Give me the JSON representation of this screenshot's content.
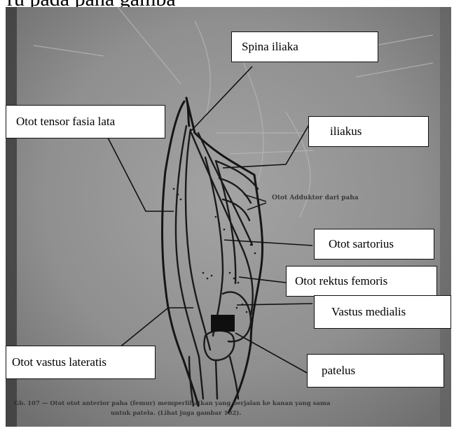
{
  "caption_fragment": "ru pada paha gamba",
  "labels": {
    "spina_iliaka": "Spina iliaka",
    "otot_tensor": "Otot tensor fasia lata",
    "iliakus": "iliakus",
    "otot_sartorius": "Otot sartorius",
    "otot_rektus": "Otot rektus femoris",
    "vastus_medialis": "Vastus medialis",
    "otot_vastus_lateratis": "Otot vastus lateratis",
    "patelus": "patelus"
  },
  "scan": {
    "adductor_note": "Otot Adduktor dari paha",
    "figure_caption_line1": "Gb. 107 — Otot otot anterior paha (femur) memperlihatkan yang berjalan ke kanan yang sama",
    "figure_caption_line2": "untuk patela. (Lihat juga gambar 102)."
  },
  "colors": {
    "scan_background": "#8e8e8e",
    "ink": "#1a1a1a",
    "label_border": "#111111"
  }
}
